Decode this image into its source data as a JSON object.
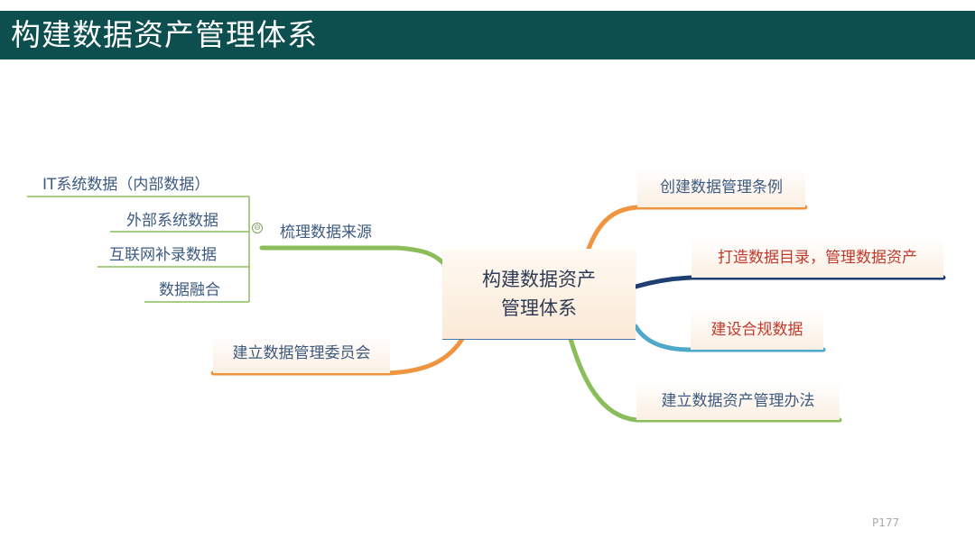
{
  "header": {
    "title": "构建数据资产管理体系"
  },
  "center": {
    "line1": "构建数据资产",
    "line2": "管理体系"
  },
  "left": {
    "source": {
      "label": "梳理数据来源",
      "children": [
        "IT系统数据（内部数据）",
        "外部系统数据",
        "互联网补录数据",
        "数据融合"
      ]
    },
    "committee": "建立数据管理委员会"
  },
  "right": {
    "regulation": "创建数据管理条例",
    "catalog": "打造数据目录，管理数据资产",
    "compliance": "建设合规数据",
    "method": "建立数据资产管理办法"
  },
  "collapse_symbol": "⊖",
  "page_number": "P177",
  "colors": {
    "header_bg": "#0d4f4f",
    "text_blue": "#3d5a80",
    "text_red": "#c0392b",
    "branch_green": "#8bbd5a",
    "branch_orange": "#f0953f",
    "branch_navy": "#1f3f73",
    "branch_cyan": "#4fa8c9"
  }
}
